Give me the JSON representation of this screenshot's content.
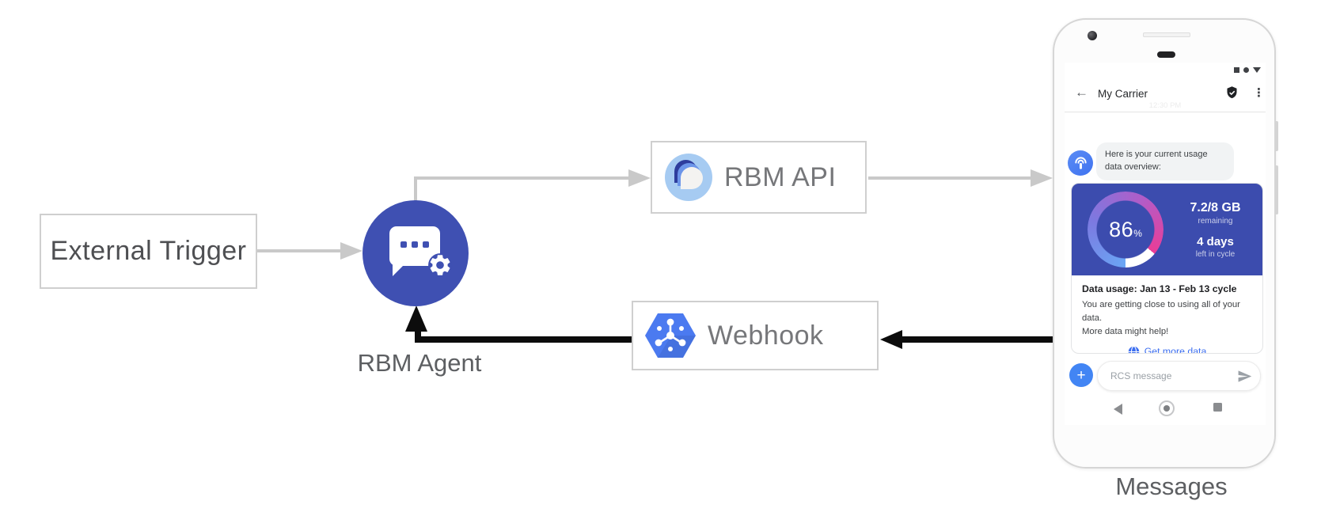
{
  "diagram": {
    "external_trigger": "External Trigger",
    "rbm_agent": "RBM Agent",
    "rbm_api": "RBM API",
    "webhook": "Webhook",
    "messages": "Messages"
  },
  "colors": {
    "agent_indigo": "#3f50b2",
    "card_indigo": "#3c4cae",
    "google_blue": "#4285f4",
    "link_blue": "#3c6ef0",
    "arrow_gray": "#c9c9c9",
    "arrow_black": "#0c0c0c",
    "gauge_blue": "#6aa6f5",
    "gauge_purple": "#b25cc7",
    "gauge_pink": "#ea3d97"
  },
  "phone": {
    "header": {
      "back_glyph": "←",
      "title": "My Carrier",
      "menu_glyph": "⋮"
    },
    "timestamp": "12:30 PM",
    "bubble": {
      "line1": "Here is your current usage",
      "line2": "data overview:"
    },
    "usage_card": {
      "percent": "86",
      "percent_unit": "%",
      "remaining_value": "7.2/8 GB",
      "remaining_label": "remaining",
      "cycle_value": "4 days",
      "cycle_label": "left in cycle",
      "title": "Data usage: Jan 13 - Feb 13 cycle",
      "body_line1": "You are getting close to using all of your data.",
      "body_line2": "More data might help!",
      "action_label": "Get more data"
    },
    "composer": {
      "plus_glyph": "+",
      "placeholder": "RCS message"
    }
  }
}
